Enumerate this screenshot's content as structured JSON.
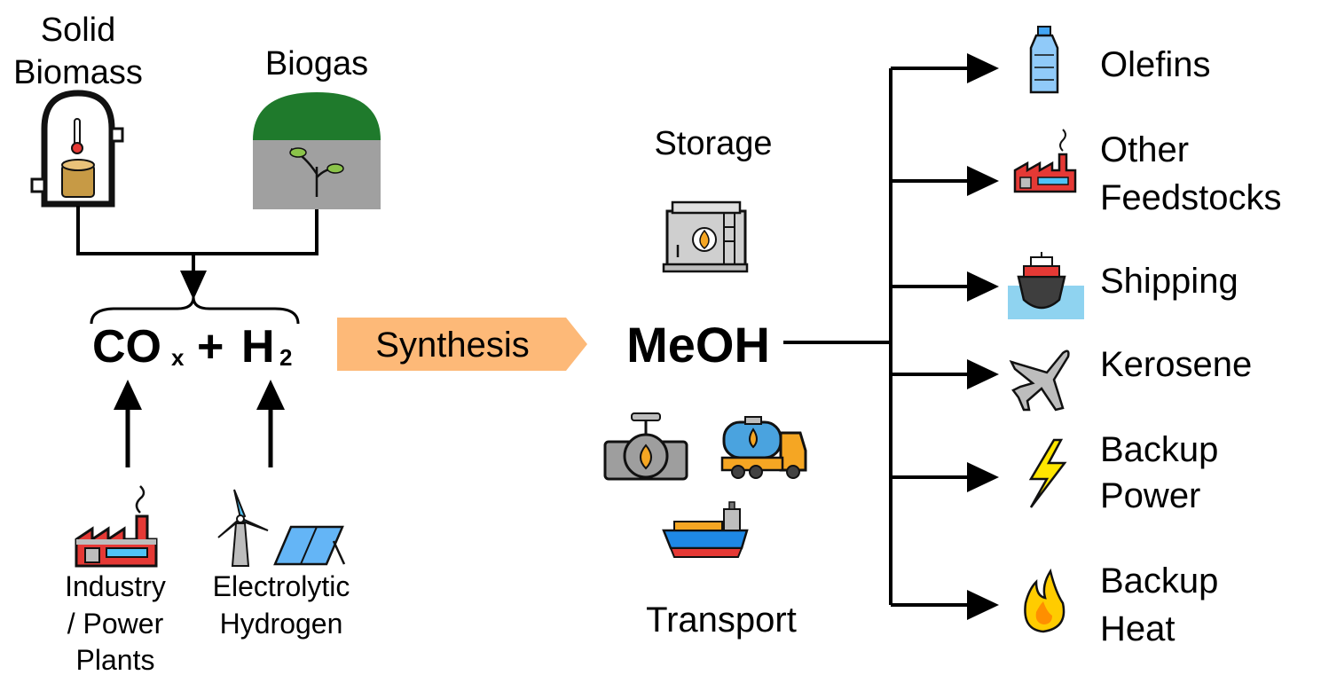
{
  "sources": {
    "solid_biomass_line1": "Solid",
    "solid_biomass_line2": "Biomass",
    "biogas": "Biogas",
    "industry_line1": "Industry",
    "industry_line2": "/ Power",
    "industry_line3": "Plants",
    "electrolytic_line1": "Electrolytic",
    "electrolytic_line2": "Hydrogen"
  },
  "formula": {
    "co": "CO",
    "x_sub": "x",
    "plus": " + ",
    "h": "H",
    "h_sub": "2"
  },
  "process": {
    "synthesis": "Synthesis",
    "meoh": "MeOH",
    "storage": "Storage",
    "transport": "Transport"
  },
  "outputs": [
    {
      "line1": "Olefins",
      "line2": "",
      "icon": "bottle-icon"
    },
    {
      "line1": "Other",
      "line2": "Feedstocks",
      "icon": "factory-icon"
    },
    {
      "line1": "Shipping",
      "line2": "",
      "icon": "ship-icon"
    },
    {
      "line1": "Kerosene",
      "line2": "",
      "icon": "airplane-icon"
    },
    {
      "line1": "Backup",
      "line2": "Power",
      "icon": "lightning-icon"
    },
    {
      "line1": "Backup",
      "line2": "Heat",
      "icon": "flame-icon"
    }
  ],
  "colors": {
    "synthesis_arrow": "#fdb978",
    "biogas_dome": "#1f7a2c",
    "biogas_tank": "#a0a0a0",
    "water": "#8fd3f0"
  }
}
